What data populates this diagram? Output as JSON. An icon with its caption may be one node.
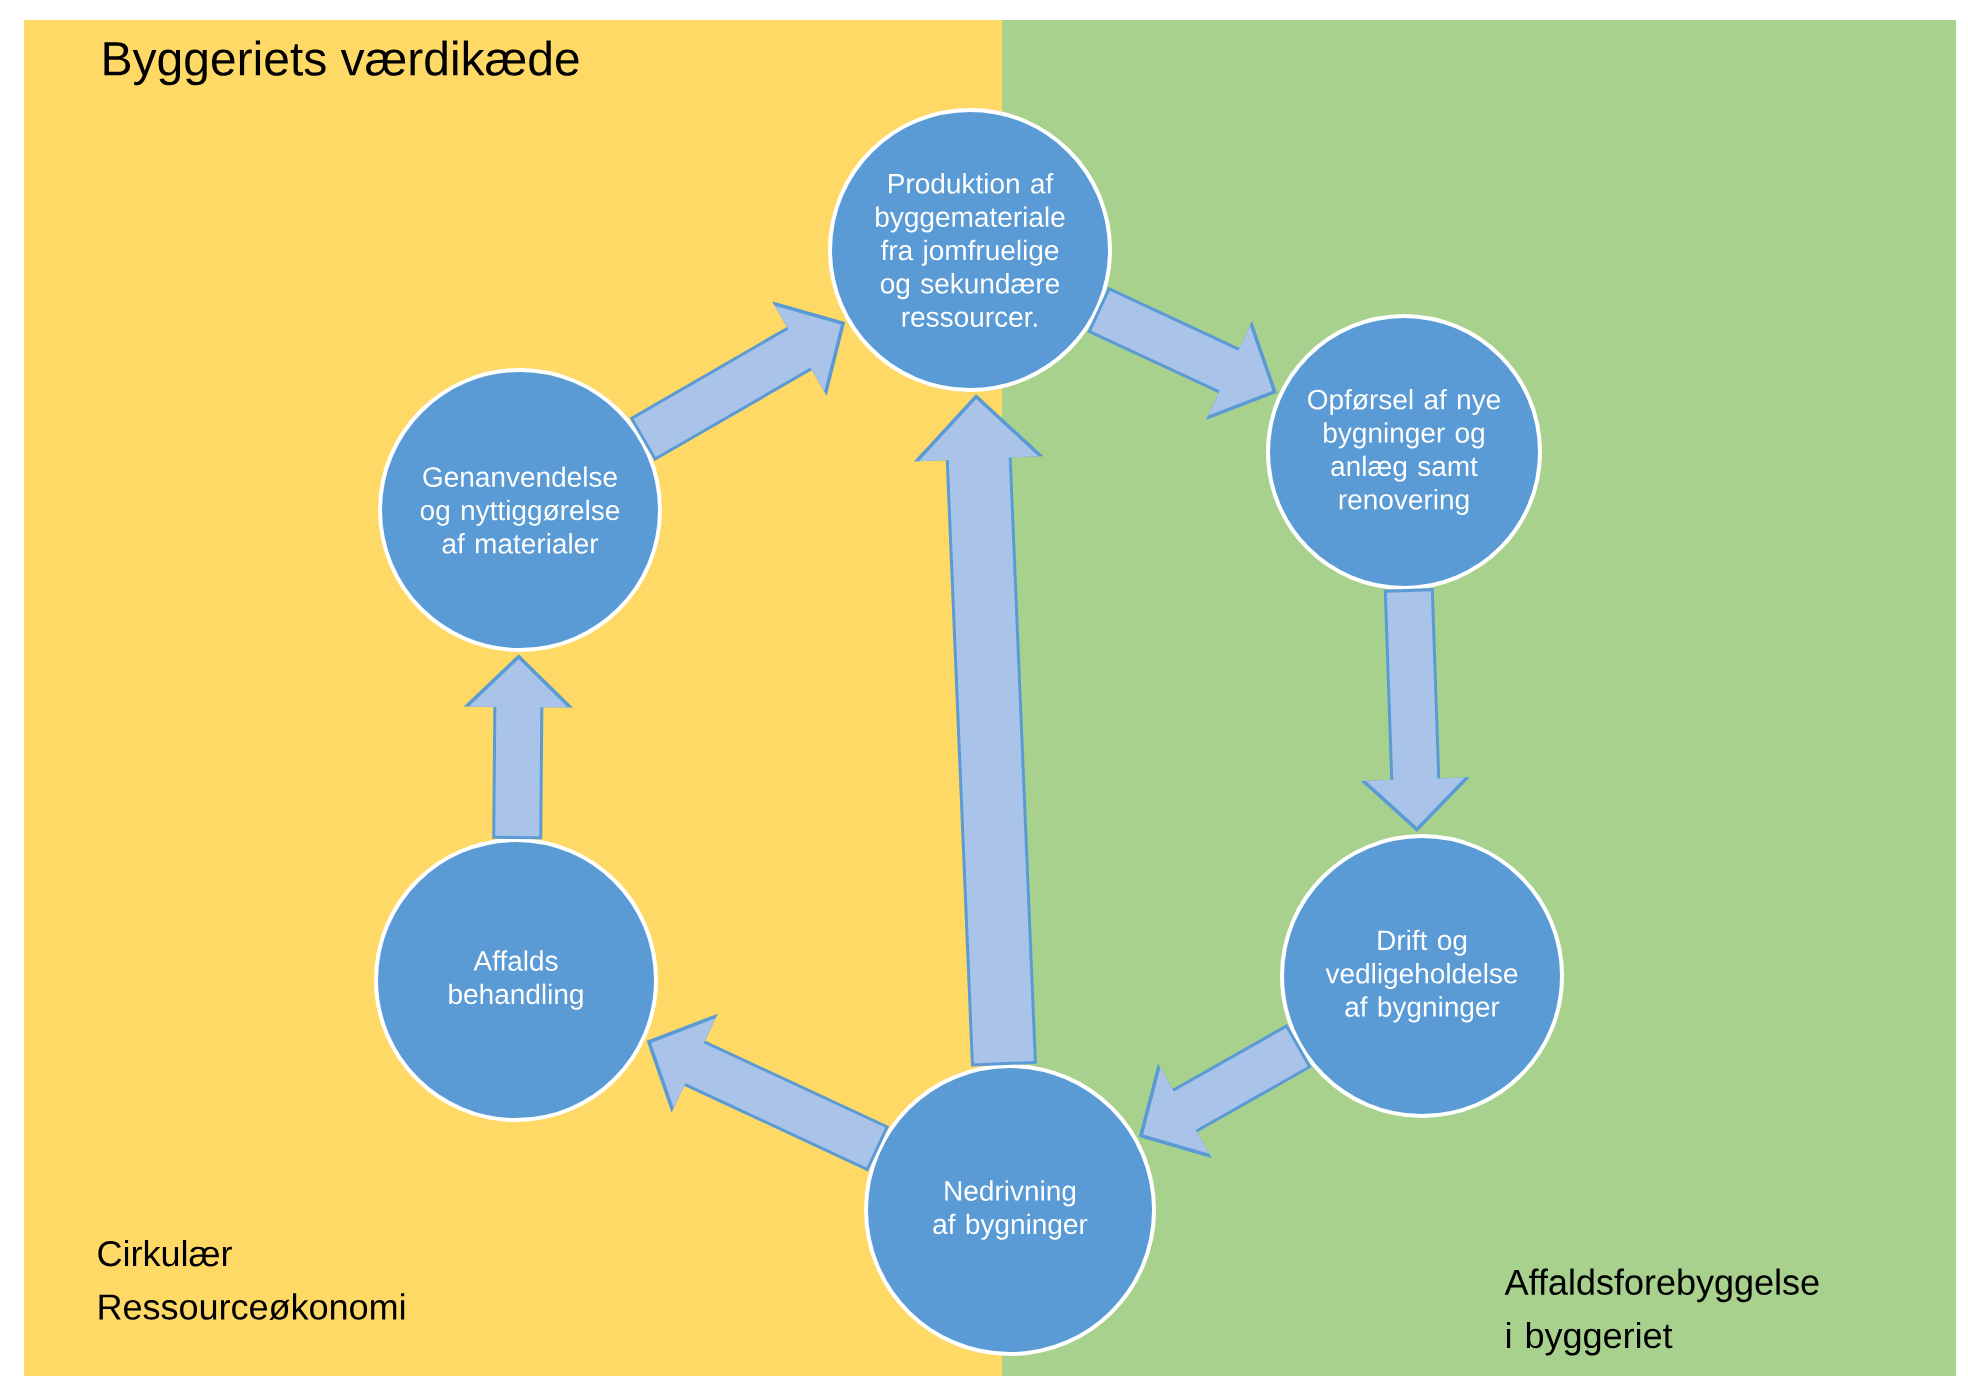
{
  "diagram": {
    "title": "Byggeriets værdikæde",
    "nodes": [
      {
        "text": [
          "Produktion af byggemateriale fra jomfruelige og sekundære ressourcer."
        ]
      },
      {
        "text": [
          "Opførsel af nye bygninger og anlæg samt renovering"
        ]
      },
      {
        "text": [
          "Drift og vedligeholdelse af bygninger"
        ]
      },
      {
        "text": [
          "Nedrivning af bygninger"
        ]
      },
      {
        "text": [
          "Affalds behandling"
        ]
      },
      {
        "text": [
          "Genanvendelse og nyttiggørelse af materialer"
        ]
      }
    ],
    "labels": [
      "Cirkulær Ressourceøkonomi",
      "Affaldsforebyggelse i byggeriet"
    ],
    "edges": [
      {
        "from": 0,
        "to": 1,
        "arrow": "to"
      },
      {
        "from": 1,
        "to": 2,
        "arrow": "to"
      },
      {
        "from": 2,
        "to": 3,
        "arrow": "to"
      },
      {
        "from": 3,
        "to": 4,
        "arrow": "to"
      },
      {
        "from": 4,
        "to": 5,
        "arrow": "to"
      },
      {
        "from": 5,
        "to": 0,
        "arrow": "to"
      },
      {
        "from": 3,
        "to": 0,
        "arrow": "to"
      }
    ]
  }
}
